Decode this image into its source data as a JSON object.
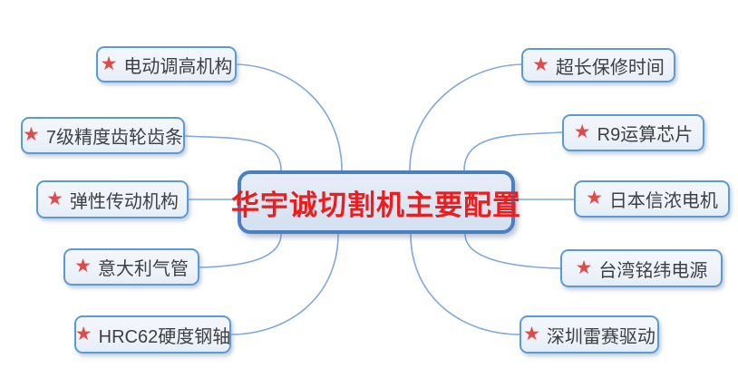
{
  "central": {
    "label": "华宇诚切割机主要配置"
  },
  "icons": {
    "star": "★"
  },
  "colors": {
    "central_border": "#4a80c0",
    "central_fill_top": "#e7eef8",
    "central_fill_bottom": "#d3e0f0",
    "central_text": "#ee1c1c",
    "node_border": "#5b9bd5",
    "node_fill": "#eef3fa",
    "node_text": "#3d3f42",
    "star": "#e04a49",
    "connector": "#7ea9da",
    "background": "#ffffff"
  },
  "nodes": {
    "left": [
      {
        "label": "电动调高机构"
      },
      {
        "label": "7级精度齿轮齿条"
      },
      {
        "label": "弹性传动机构"
      },
      {
        "label": "意大利气管"
      },
      {
        "label": "HRC62硬度钢轴"
      }
    ],
    "right": [
      {
        "label": "超长保修时间"
      },
      {
        "label": "R9运算芯片"
      },
      {
        "label": "日本信浓电机"
      },
      {
        "label": "台湾铭纬电源"
      },
      {
        "label": "深圳雷赛驱动"
      }
    ]
  }
}
